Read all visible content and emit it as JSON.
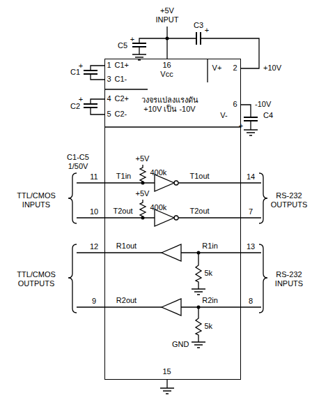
{
  "diagram": {
    "nodes": [
      {
        "text": [
          "16",
          "Vcc",
          "1",
          "C1+",
          "3",
          "C1-",
          "4",
          "C2+",
          "5",
          "C2-",
          "วงจรแปลงแรงดัน +10V เป็น -10V",
          "2",
          "V+",
          "6",
          "V-",
          "T1in",
          "T1out",
          "T2out",
          "T2out",
          "R1out",
          "R1in",
          "R2out",
          "R2in",
          "GND",
          "15",
          "+5V",
          "400k",
          "+5V",
          "400k",
          "5k",
          "5k"
        ]
      }
    ],
    "labels": [
      "+5V INPUT",
      "+",
      "C5",
      "C3",
      "+",
      "C1",
      "+",
      "C2",
      "+",
      "+10V",
      "-10V",
      "C4",
      "+",
      "C1-C5 1/50V",
      "11",
      "14",
      "TTL/CMOS INPUTS",
      "RS-232 OUTPUTS",
      "10",
      "7",
      "12",
      "13",
      "TTL/CMOS OUTPUTS",
      "RS-232 INPUTS",
      "9",
      "8"
    ]
  }
}
